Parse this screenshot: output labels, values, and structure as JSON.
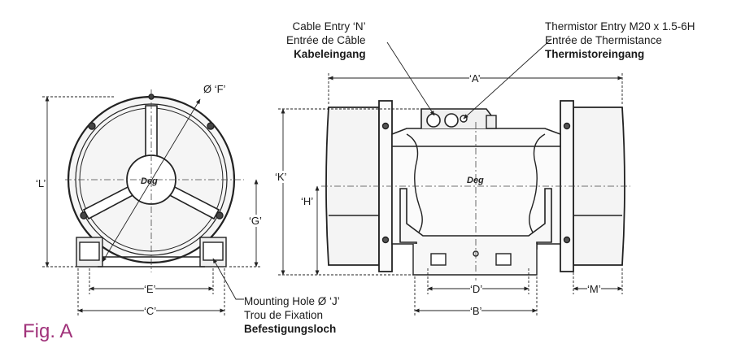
{
  "figure_label": "Fig. A",
  "callouts": {
    "cable_entry": {
      "en": "Cable Entry ‘N’",
      "fr": "Entrée de Câble",
      "de": "Kabeleingang"
    },
    "thermistor_entry": {
      "en": "Thermistor Entry M20 x 1.5-6H",
      "fr": "Entrée de Thermistance",
      "de": "Thermistoreingang"
    },
    "mounting_hole": {
      "en": "Mounting Hole Ø ‘J’",
      "fr": "Trou de Fixation",
      "de": "Befestigungsloch"
    }
  },
  "dimensions": {
    "F": "Ø ‘F’",
    "L": "‘L’",
    "G": "‘G’",
    "E": "‘E’",
    "C": "‘C’",
    "A": "‘A’",
    "K": "‘K’",
    "H": "‘H’",
    "D": "‘D’",
    "B": "‘B’",
    "M": "‘M’"
  },
  "colors": {
    "figure_label": "#a0327a",
    "line": "#222222",
    "body_fill": "#f4f4f4"
  }
}
